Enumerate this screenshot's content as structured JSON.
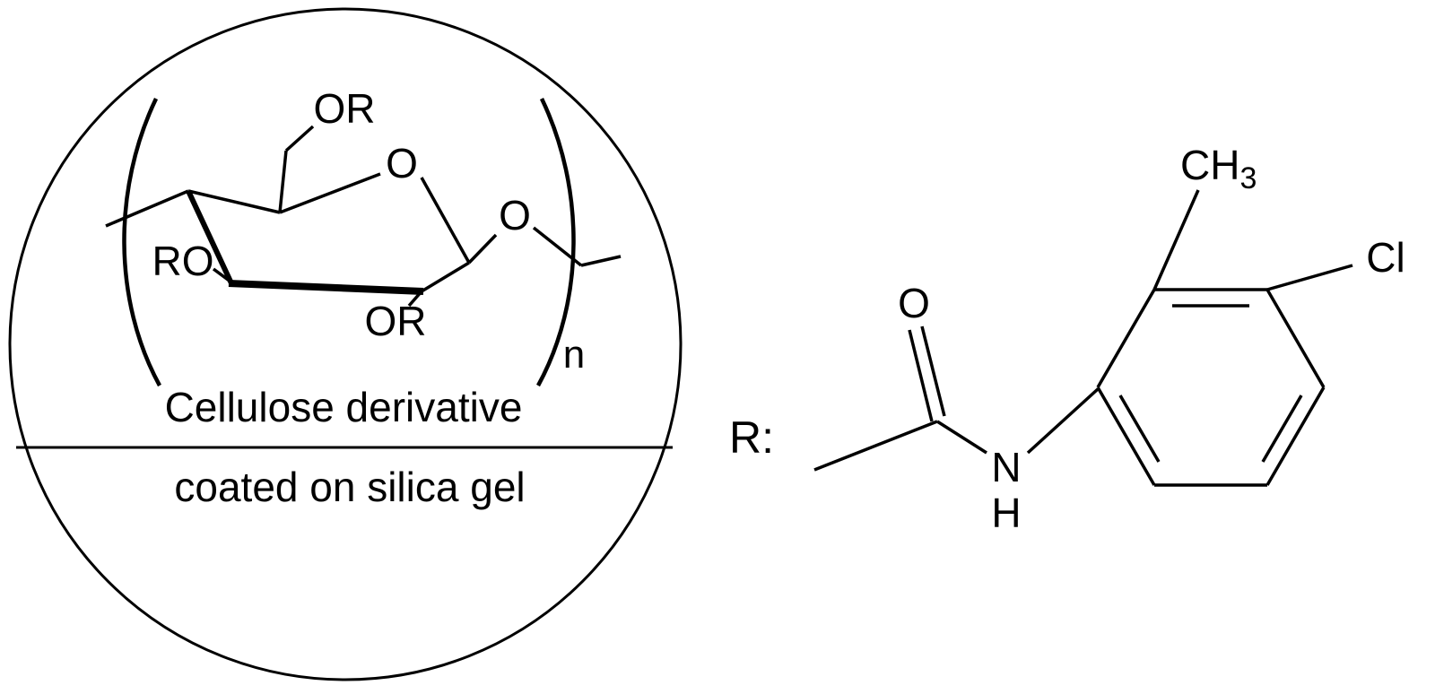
{
  "left_panel": {
    "cellulose": {
      "or_top": "OR",
      "ring_oxygen": "O",
      "glycosidic_oxygen": "O",
      "ro_left": "RO",
      "or_bottom": "OR",
      "repeat_index": "n"
    },
    "caption_line1": "Cellulose derivative",
    "caption_line2": "coated on silica gel"
  },
  "right_panel": {
    "r_prefix": "R:",
    "carbonyl_oxygen": "O",
    "amide_nitrogen": "N",
    "amide_hydrogen": "H",
    "methyl_base": "CH",
    "methyl_subscript": "3",
    "chlorine": "Cl"
  },
  "colors": {
    "ink": "#000000",
    "background": "#ffffff"
  }
}
